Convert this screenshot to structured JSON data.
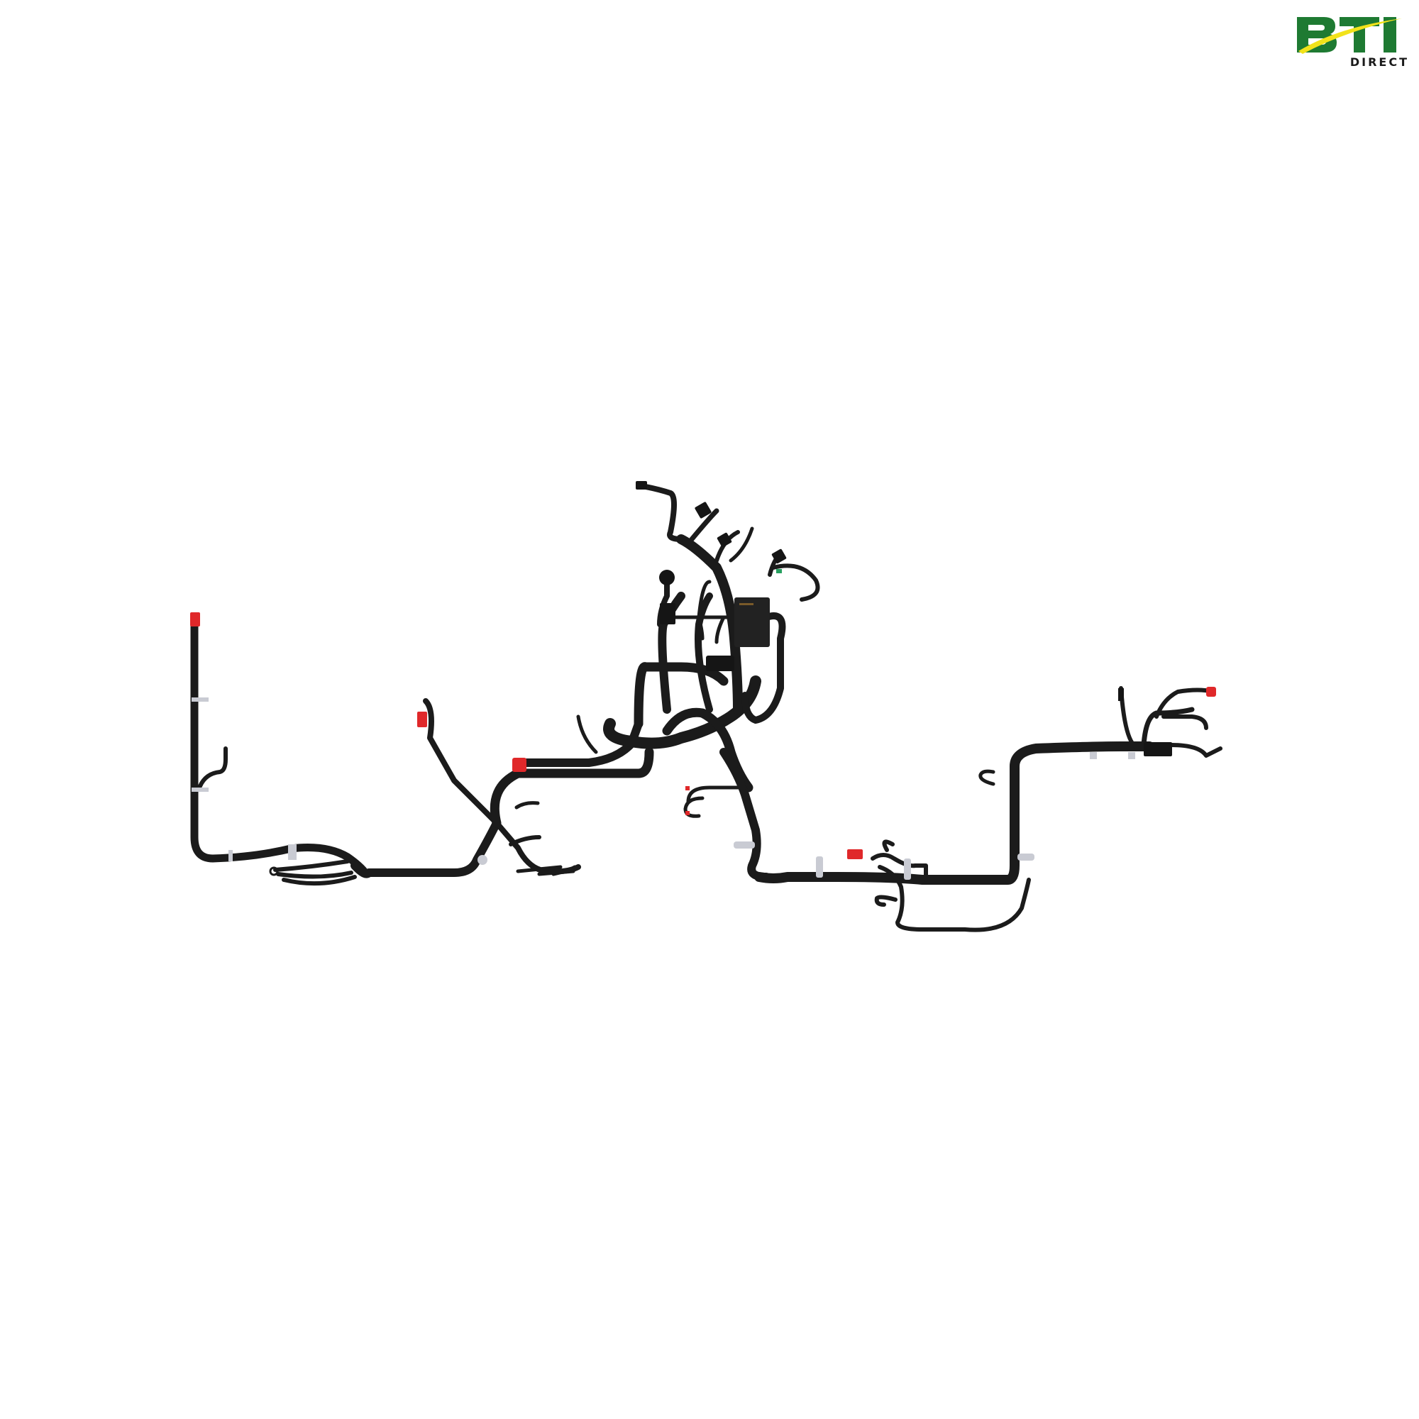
{
  "brand": {
    "name": "BTI",
    "subtitle": "DIRECT",
    "colors": {
      "green": "#1e7a32",
      "yellow": "#f2e21a",
      "text": "#1a1a1a"
    }
  },
  "product": {
    "subject": "wiring harness",
    "background": "#ffffff",
    "colors": {
      "cable": "#1b1b1b",
      "connector_red": "#e0282a",
      "clip_silver": "#c9cbd3",
      "accent_green": "#27a060"
    }
  }
}
